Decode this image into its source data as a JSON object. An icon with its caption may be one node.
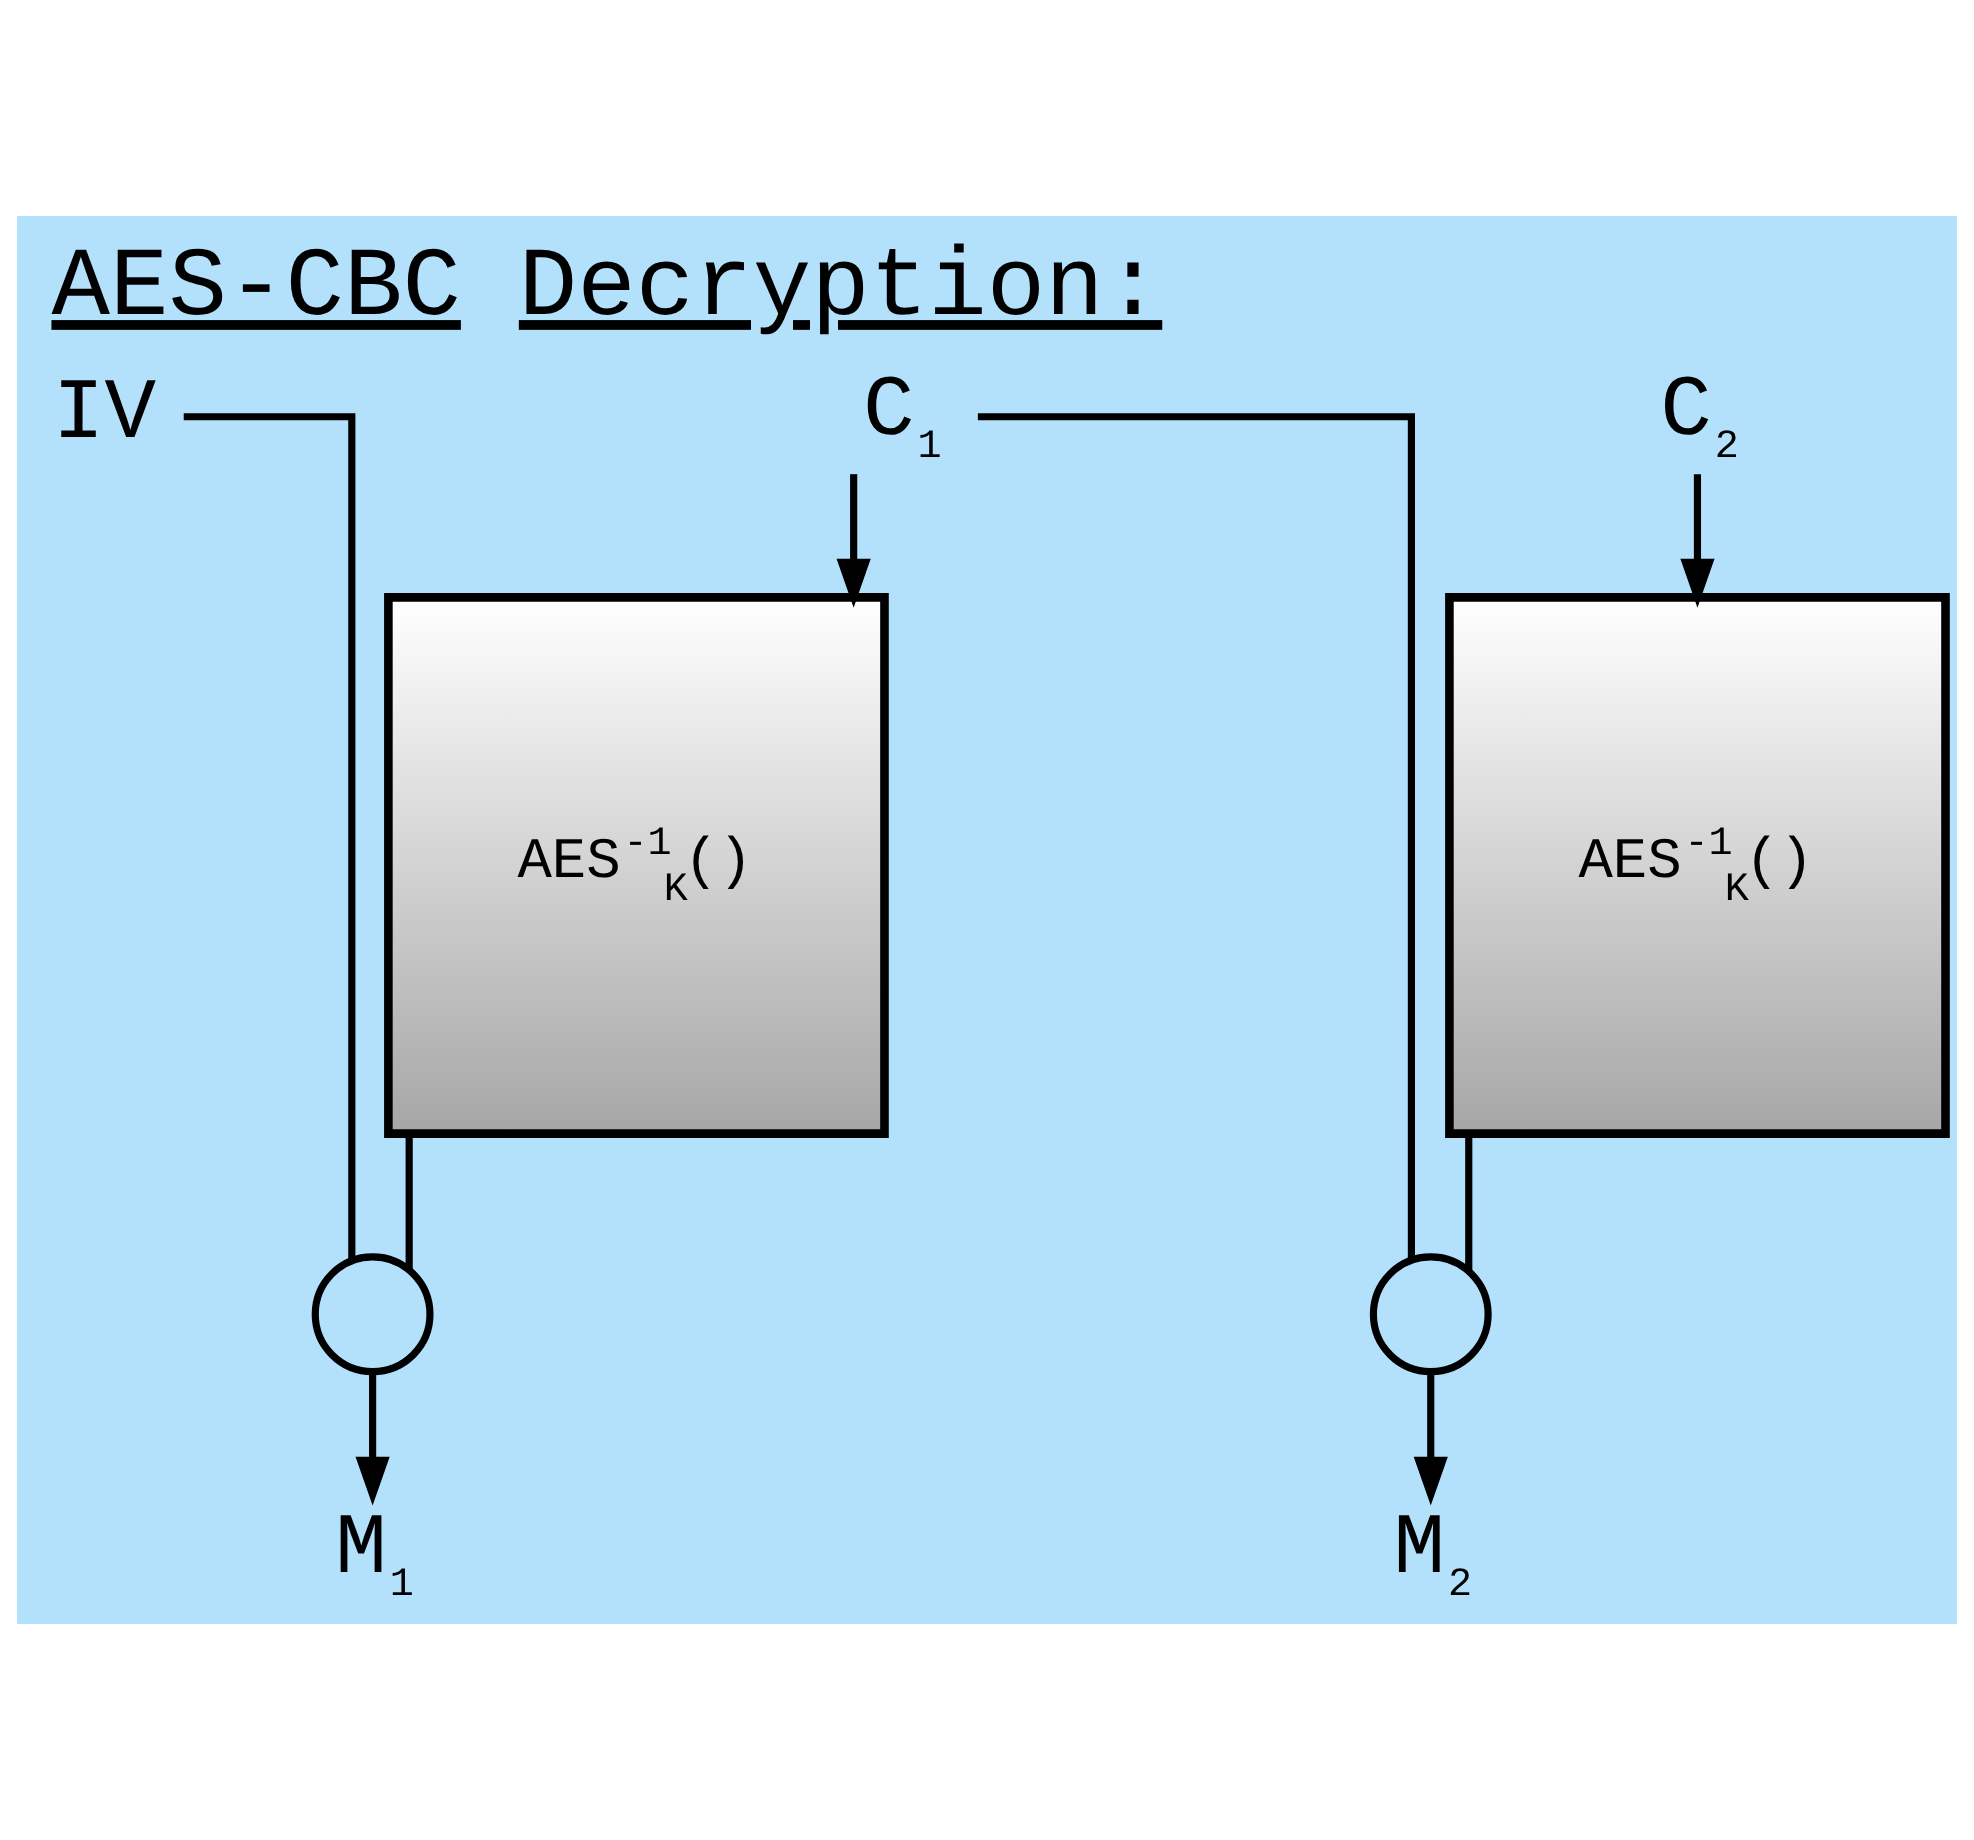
{
  "diagram": {
    "title": "AES-CBC Decryption:",
    "nodes": [
      {
        "text": [
          "IV"
        ]
      },
      {
        "text": [
          "C$_{1}$"
        ]
      },
      {
        "text": [
          "C$_{2}$"
        ]
      },
      {
        "text": [
          "AES$^{-1}$$_{K}$()"
        ]
      },
      {
        "text": [
          "AES$^{-1}$$_{K}$()"
        ]
      },
      {
        "text": [],
        "shape": "circle"
      },
      {
        "text": [],
        "shape": "circle"
      },
      {
        "text": [
          "M$_{1}$"
        ]
      },
      {
        "text": [
          "M$_{2}$"
        ]
      }
    ],
    "edges": [
      {
        "from": 0,
        "to": 5,
        "arrow": "none"
      },
      {
        "from": 1,
        "to": 3,
        "arrow": "to"
      },
      {
        "from": 1,
        "to": 6,
        "arrow": "none"
      },
      {
        "from": 2,
        "to": 4,
        "arrow": "to"
      },
      {
        "from": 3,
        "to": 5,
        "arrow": "none"
      },
      {
        "from": 5,
        "to": 7,
        "arrow": "to"
      },
      {
        "from": 4,
        "to": 6,
        "arrow": "none"
      },
      {
        "from": 6,
        "to": 8,
        "arrow": "to"
      }
    ]
  }
}
